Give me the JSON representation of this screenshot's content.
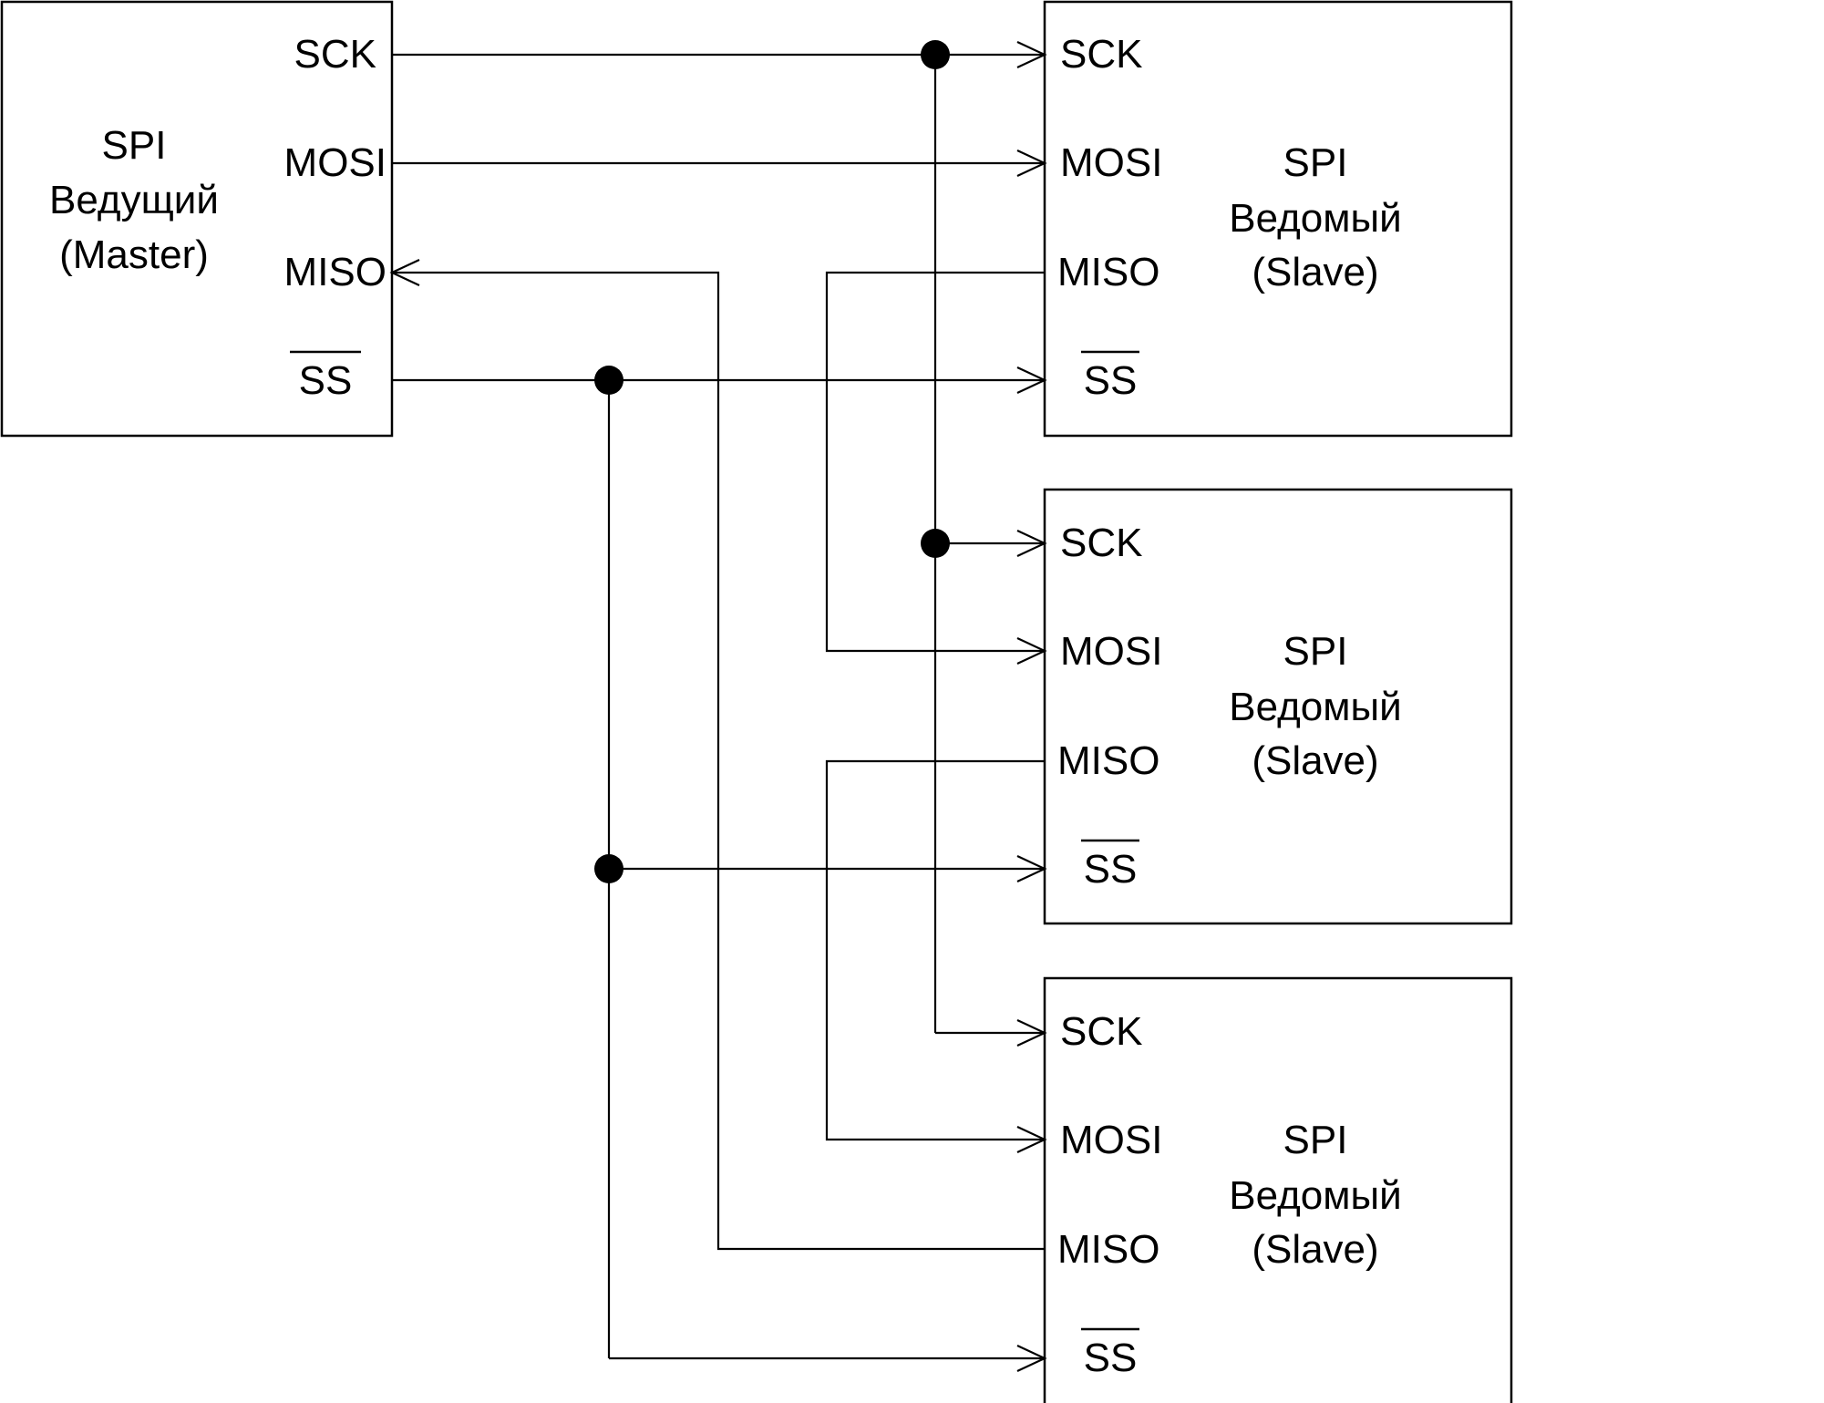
{
  "master": {
    "title_line1": "SPI",
    "title_line2": "Ведущий",
    "title_line3": "(Master)",
    "pins": {
      "sck": "SCK",
      "mosi": "MOSI",
      "miso": "MISO",
      "ss": "SS"
    }
  },
  "slaves": [
    {
      "title_line1": "SPI",
      "title_line2": "Ведомый",
      "title_line3": "(Slave)",
      "pins": {
        "sck": "SCK",
        "mosi": "MOSI",
        "miso": "MISO",
        "ss": "SS"
      }
    },
    {
      "title_line1": "SPI",
      "title_line2": "Ведомый",
      "title_line3": "(Slave)",
      "pins": {
        "sck": "SCK",
        "mosi": "MOSI",
        "miso": "MISO",
        "ss": "SS"
      }
    },
    {
      "title_line1": "SPI",
      "title_line2": "Ведомый",
      "title_line3": "(Slave)",
      "pins": {
        "sck": "SCK",
        "mosi": "MOSI",
        "miso": "MISO",
        "ss": "SS"
      }
    }
  ]
}
